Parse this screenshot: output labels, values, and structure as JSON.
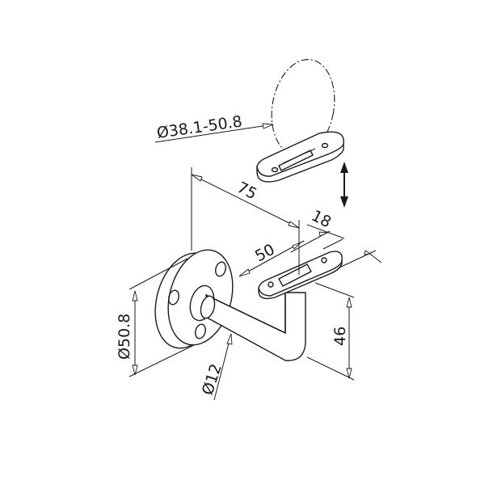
{
  "drawing": {
    "title": "Handrail bracket technical drawing",
    "dimensions": {
      "rail_diameter": "Ø38.1-50.8",
      "projection": "75",
      "saddle_width": "18",
      "saddle_length": "50",
      "height": "46",
      "base_diameter": "Ø50.8",
      "rod_diameter": "Ø12"
    },
    "icons": {
      "adjust": "double-arrow-vertical"
    },
    "colors": {
      "line": "#1a1a1a",
      "background": "#ffffff"
    }
  }
}
